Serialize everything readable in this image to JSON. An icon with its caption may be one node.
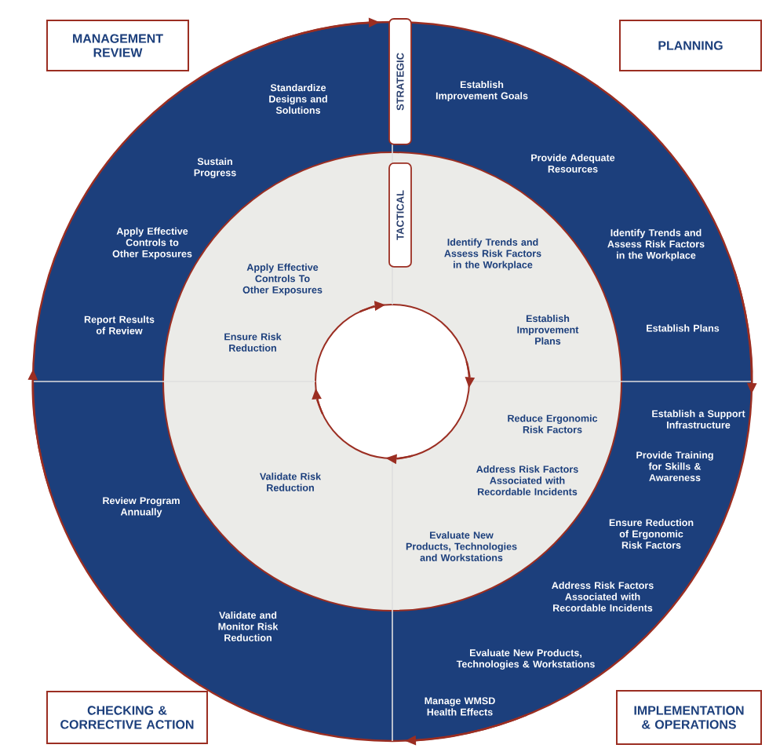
{
  "diagram": {
    "nodes": [
      {
        "text": [
          "MANAGEMENT REVIEW"
        ]
      },
      {
        "text": [
          "STRATEGIC"
        ]
      },
      {
        "text": [
          "PLANNING"
        ]
      },
      {
        "text": [
          "TACTICAL"
        ]
      },
      {
        "text": [
          "CHECKING & CORRECTIVE ACTION"
        ]
      },
      {
        "text": [
          "IMPLEMENTATION & OPERATIONS"
        ]
      }
    ],
    "labels": [
      "Establish Improvement Goals",
      "Standardize Designs and Solutions",
      "Sustain Progress",
      "Provide Adequate Resources",
      "Apply Effective Controls to Other Exposures",
      "Identify Trends and Assess Risk Factors in the Workplace",
      "Identify Trends and Assess Risk Factors in the Workplace",
      "Apply Effective Controls To Other Exposures",
      "Report Results of Review",
      "Establish Plans",
      "Establish Improvement Plans",
      "Ensure Risk Reduction",
      "Establish a Support Infrastructure",
      "Reduce Ergonomic Risk Factors",
      "Provide Training for Skills & Awareness",
      "Address Risk Factors Associated with Recordable Incidents",
      "Validate Risk Reduction",
      "Review Program Annually",
      "Ensure Reduction of Ergonomic Risk Factors",
      "Evaluate New Products, Technologies and Workstations",
      "Address Risk Factors Associated with Recordable Incidents",
      "Validate and Monitor Risk Reduction",
      "Evaluate New Products, Technologies & Workstations",
      "Manage WMSD Health Effects"
    ]
  }
}
